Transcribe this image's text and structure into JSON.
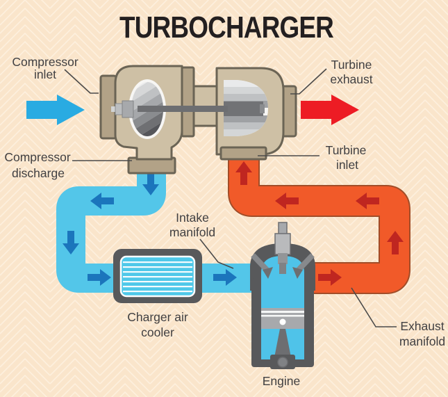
{
  "title": "TURBOCHARGER",
  "labels": {
    "compressor_inlet": {
      "line1": "Compressor",
      "line2": "inlet"
    },
    "turbine_exhaust": {
      "line1": "Turbine",
      "line2": "exhaust"
    },
    "compressor_discharge": {
      "line1": "Compressor",
      "line2": "discharge"
    },
    "turbine_inlet": {
      "line1": "Turbine",
      "line2": "inlet"
    },
    "intake_manifold": {
      "line1": "Intake",
      "line2": "manifold"
    },
    "charger_air_cooler": {
      "line1": "Charger air",
      "line2": "cooler"
    },
    "engine": "Engine",
    "exhaust_manifold": {
      "line1": "Exhaust",
      "line2": "manifold"
    }
  },
  "icons": {
    "intake_flow_arrow": "right-arrow",
    "exhaust_flow_arrow": "right-arrow",
    "pipe_flow_arrows": "directional-arrows"
  },
  "colors": {
    "background": "#fae5cb",
    "chevron": "#fdf0de",
    "title": "#231f20",
    "label": "#414042",
    "leader": "#4a4a4a",
    "intake_arrow": "#29abe2",
    "exhaust_arrow": "#ed1c24",
    "cool_pipe": "#53c6e9",
    "cool_arrow": "#1b75bc",
    "hot_pipe": "#f15a29",
    "hot_pipe_edge": "#a14d28",
    "hot_arrow": "#bf2620",
    "housing": "#cec0a5",
    "flange": "#b2a287",
    "outline": "#6b6455",
    "engine_gray": "#58595b",
    "metal_gray": "#a7a9ac",
    "air_blue": "#4fc3e9",
    "shaft_gray": "#6d6e71",
    "cooler_core": "#4fc8e9"
  }
}
